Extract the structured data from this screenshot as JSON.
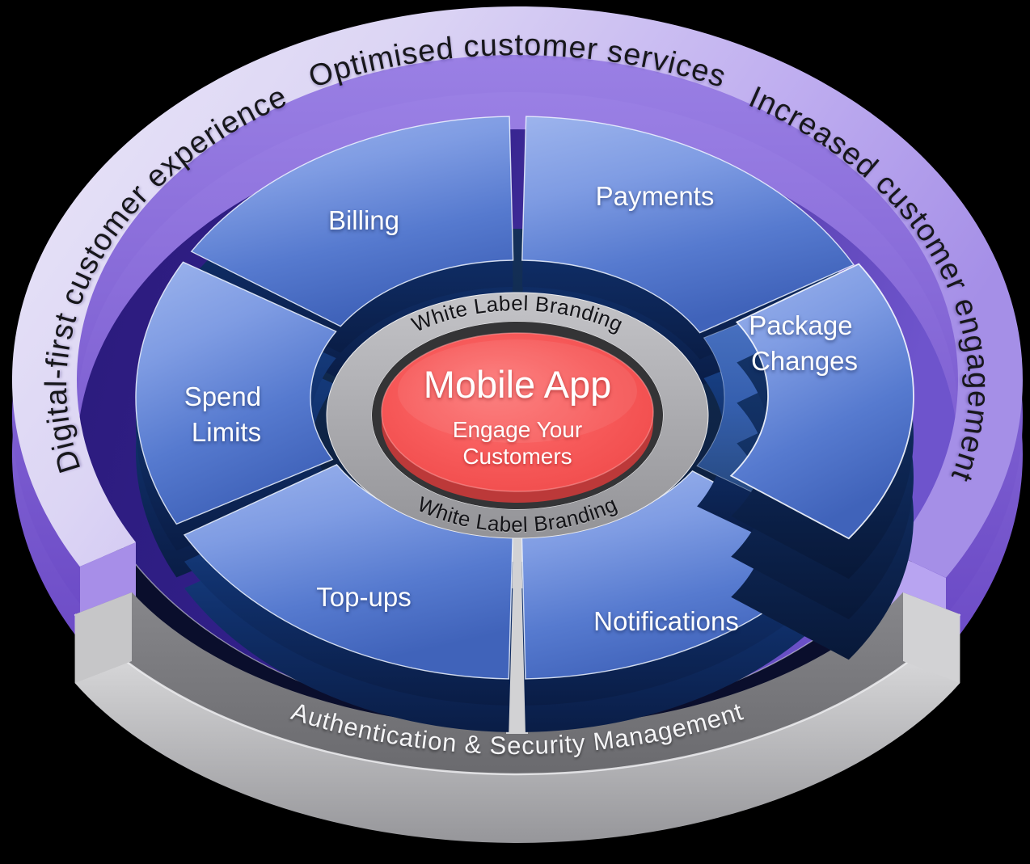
{
  "diagram": {
    "outer_ring": {
      "top_caption": "Optimised customer services",
      "left_caption": "Digital-first customer experience",
      "right_caption": "Increased customer engagement"
    },
    "branding_ring": {
      "top_label": "White Label Branding",
      "bottom_label": "White Label Branding"
    },
    "base_ring": {
      "label": "Authentication & Security Management"
    },
    "center": {
      "title": "Mobile App",
      "subtitle_line1": "Engage Your",
      "subtitle_line2": "Customers"
    },
    "segments": [
      {
        "id": "billing",
        "label": "Billing"
      },
      {
        "id": "payments",
        "label": "Payments"
      },
      {
        "id": "spend-limits",
        "label": "Spend Limits",
        "lines": [
          "Spend",
          "Limits"
        ]
      },
      {
        "id": "package-changes",
        "label": "Package Changes",
        "lines": [
          "Package",
          "Changes"
        ]
      },
      {
        "id": "top-ups",
        "label": "Top-ups"
      },
      {
        "id": "notifications",
        "label": "Notifications"
      }
    ],
    "colors": {
      "background": "#000000",
      "lavender_light": "#EBE8F8",
      "lavender_mid": "#DCD5F4",
      "lavender_deep": "#C0AFF0",
      "lavender_deepest": "#A58FE7",
      "lavender_side_top": "#9B81E5",
      "lavender_side_bottom": "#6C4BC6",
      "cap_left": "#A78EE8",
      "cap_right": "#B8A4F1",
      "indigo_dark": "#2A1A7A",
      "indigo_mid": "#33218C",
      "indigo_light": "#5C44B4",
      "indigo_lightest": "#6E54CC",
      "indigo_side": "#0A0E2C",
      "blue_light": "#9DB4ED",
      "blue_mid": "#7F9CE3",
      "blue_deep": "#567ACF",
      "blue_deepest": "#4063BA",
      "stub_light": "#4A72C2",
      "stub_mid": "#355FAE",
      "stub_dark": "#26497F",
      "navy_top": "#1A448A",
      "navy_mid": "#10306B",
      "navy_bottom": "#0A1D46",
      "navy_big_top": "#16396F",
      "navy_big_mid": "#0E2858",
      "navy_big_bottom": "#081838",
      "pit_top": "#143159",
      "pit_bottom": "#0A1A38",
      "gray_band_top": "#C4C4C8",
      "gray_band_bottom": "#939397",
      "charcoal": "#343436",
      "red_rim": "#BC3939",
      "red_light": "#FC7878",
      "red_mid": "#F75A5A",
      "red_deep": "#EC4343",
      "platter_top_light": "#87878B",
      "platter_top_dark": "#6A6A6E",
      "platter_front_light": "#E6E6E8",
      "platter_front_mid": "#CACACC",
      "platter_front_dark": "#96969A",
      "platter_cap": "#C6C6C8",
      "strip": "#D2D2D4"
    }
  }
}
